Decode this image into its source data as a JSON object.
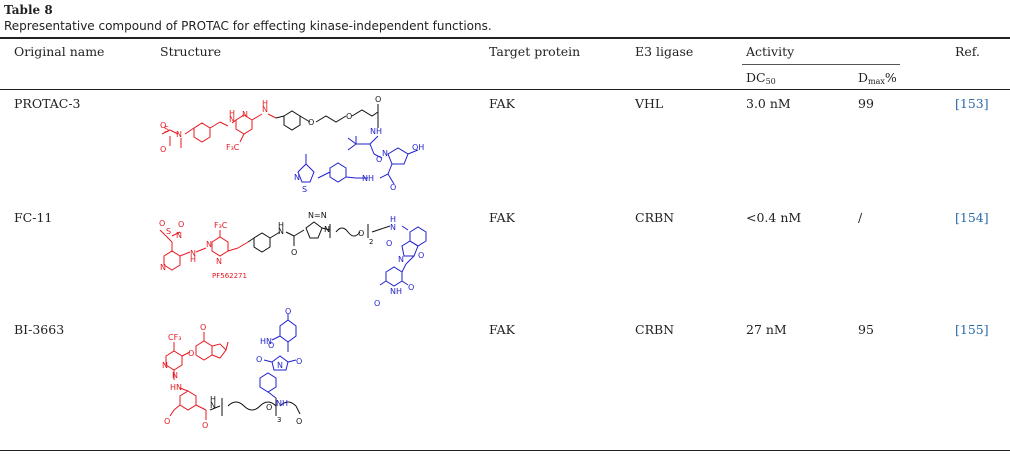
{
  "table": {
    "label": "Table 8",
    "caption": "Representative compound of PROTAC for effecting kinase-independent functions.",
    "headers": {
      "original_name": "Original name",
      "structure": "Structure",
      "target_protein": "Target protein",
      "e3_ligase": "E3 ligase",
      "activity": "Activity",
      "ref": "Ref.",
      "dc50_main": "DC",
      "dc50_sub": "50",
      "dmax_main": "D",
      "dmax_sub": "max",
      "dmax_suffix": "%"
    },
    "rows": [
      {
        "name": "PROTAC-3",
        "target": "FAK",
        "e3": "VHL",
        "dc50": "3.0 nM",
        "dmax": "99",
        "ref": "[153]",
        "labels": {
          "n": "N",
          "h": "H",
          "o": "O",
          "s": "S",
          "cf3": "F₃C",
          "oh": "OH",
          "nh": "NH"
        }
      },
      {
        "name": "FC-11",
        "target": "FAK",
        "e3": "CRBN",
        "dc50": "<0.4 nM",
        "dmax": "/",
        "ref": "[154]",
        "labels": {
          "n": "N",
          "h": "H",
          "o": "O",
          "s": "S",
          "cf3": "F₃C",
          "sub2": "2",
          "pf": "PF562271",
          "nh": "NH",
          "nn": "N=N"
        }
      },
      {
        "name": "BI-3663",
        "target": "FAK",
        "e3": "CRBN",
        "dc50": "27 nM",
        "dmax": "95",
        "ref": "[155]",
        "labels": {
          "n": "N",
          "h": "H",
          "o": "O",
          "cf3": "CF₃",
          "hn": "HN",
          "sub3": "3",
          "nh": "NH"
        }
      }
    ]
  },
  "colors": {
    "warhead": "#e8171f",
    "e3_ligand": "#1f1fd0",
    "linker": "#111111",
    "ref_link": "#2a6aa8"
  }
}
